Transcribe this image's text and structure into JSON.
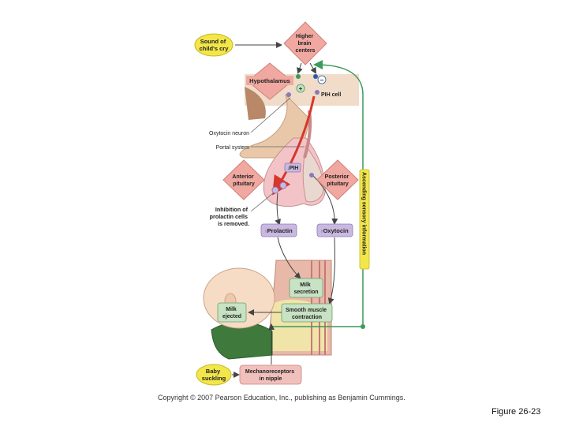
{
  "labels": {
    "sound_of_cry": [
      "Sound of",
      "child's cry"
    ],
    "higher_brain": [
      "Higher",
      "brain",
      "centers"
    ],
    "hypothalamus": "Hypothalamus",
    "pih_cell": "PIH cell",
    "oxytocin_neuron": "Oxytocin neuron",
    "portal_system": "Portal system",
    "pih_down": "PIH",
    "anterior_pituitary": [
      "Anterior",
      "pituitary"
    ],
    "posterior_pituitary": [
      "Posterior",
      "pituitary"
    ],
    "inhibition": [
      "Inhibition of",
      "prolactin cells",
      "is removed."
    ],
    "prolactin": "Prolactin",
    "oxytocin": "Oxytocin",
    "ascending": "Ascending sensory information",
    "milk_secretion": [
      "Milk",
      "secretion"
    ],
    "milk_ejected": [
      "Milk",
      "ejected"
    ],
    "smooth_muscle": [
      "Smooth muscle",
      "contraction"
    ],
    "baby_suckling": [
      "Baby",
      "suckling"
    ],
    "mechanoreceptors": [
      "Mechanoreceptors",
      "in nipple"
    ]
  },
  "symbols": {
    "plus": "+",
    "minus": "−"
  },
  "copyright": "Copyright © 2007 Pearson Education, Inc., publishing as Benjamin Cummings.",
  "figure_label": "Figure 26-23",
  "colors": {
    "yellow_box": "#f2e64a",
    "pink_diamond": "#f0a8a0",
    "purple_box": "#c9b8e0",
    "green_box": "#c8e2c4",
    "green_line": "#3c9a5a",
    "red_arrow": "#d8362a",
    "tissue_bg": "#f0dcc8",
    "pituitary_pink": "#f2c4c8"
  }
}
